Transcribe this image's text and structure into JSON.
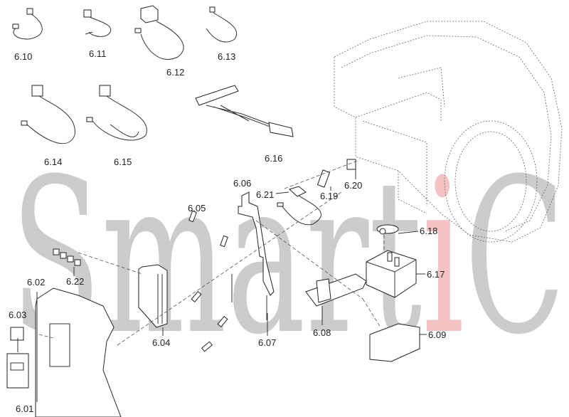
{
  "watermark": {
    "text_before": "Smart",
    "accent_letter": "i",
    "text_after": "Co",
    "accent_color": "#f2b8b8",
    "color": "#c4c4c4"
  },
  "parts": [
    {
      "id": "6.01"
    },
    {
      "id": "6.02"
    },
    {
      "id": "6.03"
    },
    {
      "id": "6.04"
    },
    {
      "id": "6.05"
    },
    {
      "id": "6.06"
    },
    {
      "id": "6.07"
    },
    {
      "id": "6.08"
    },
    {
      "id": "6.09"
    },
    {
      "id": "6.10"
    },
    {
      "id": "6.11"
    },
    {
      "id": "6.12"
    },
    {
      "id": "6.13"
    },
    {
      "id": "6.14"
    },
    {
      "id": "6.15"
    },
    {
      "id": "6.16"
    },
    {
      "id": "6.17"
    },
    {
      "id": "6.18"
    },
    {
      "id": "6.19"
    },
    {
      "id": "6.20"
    },
    {
      "id": "6.21"
    },
    {
      "id": "6.22"
    }
  ]
}
